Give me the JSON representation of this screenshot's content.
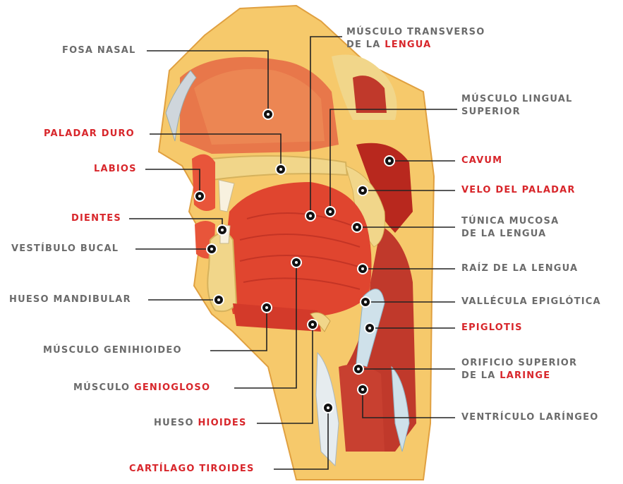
{
  "colors": {
    "red_label": "#d8262b",
    "gray_label": "#6b6b6b",
    "leader_line": "#222222",
    "bone": "#f1d68a",
    "soft_tissue": "#e8553a",
    "tongue": "#e0452f",
    "pharynx": "#b8281e",
    "skin": "#f6c96b"
  },
  "labels": {
    "fosa_nasal": "FOSA NASAL",
    "paladar_duro": "PALADAR DURO",
    "labios": "LABIOS",
    "dientes": "DIENTES",
    "vestibulo_bucal": "VESTÍBULO BUCAL",
    "hueso_mandibular": "HUESO MANDIBULAR",
    "musculo_genihioideo": "MÚSCULO GENIHIOIDEO",
    "musculo_geniogloso_a": "MÚSCULO ",
    "musculo_geniogloso_b": "GENIOGLOSO",
    "hueso_hioides_a": "HUESO ",
    "hueso_hioides_b": "HIOIDES",
    "cartilago_tiroides": "CARTÍLAGO TIROIDES",
    "musculo_transverso_1": "MÚSCULO TRANSVERSO",
    "musculo_transverso_2a": "DE LA ",
    "musculo_transverso_2b": "LENGUA",
    "musculo_lingual_1": "MÚSCULO LINGUAL",
    "musculo_lingual_2": "SUPERIOR",
    "cavum": "CAVUM",
    "velo_del_paladar": "VELO DEL PALADAR",
    "tunica_mucosa_1": "TÚNICA MUCOSA",
    "tunica_mucosa_2": "DE LA LENGUA",
    "raiz_lengua": "RAÍZ DE LA LENGUA",
    "vallecula": "VALLÉCULA EPIGLÓTICA",
    "epiglotis": "EPIGLOTIS",
    "orificio_1": "ORIFICIO SUPERIOR",
    "orificio_2a": "DE LA ",
    "orificio_2b": "LARINGE",
    "ventriculo": "VENTRÍCULO LARÍNGEO"
  }
}
